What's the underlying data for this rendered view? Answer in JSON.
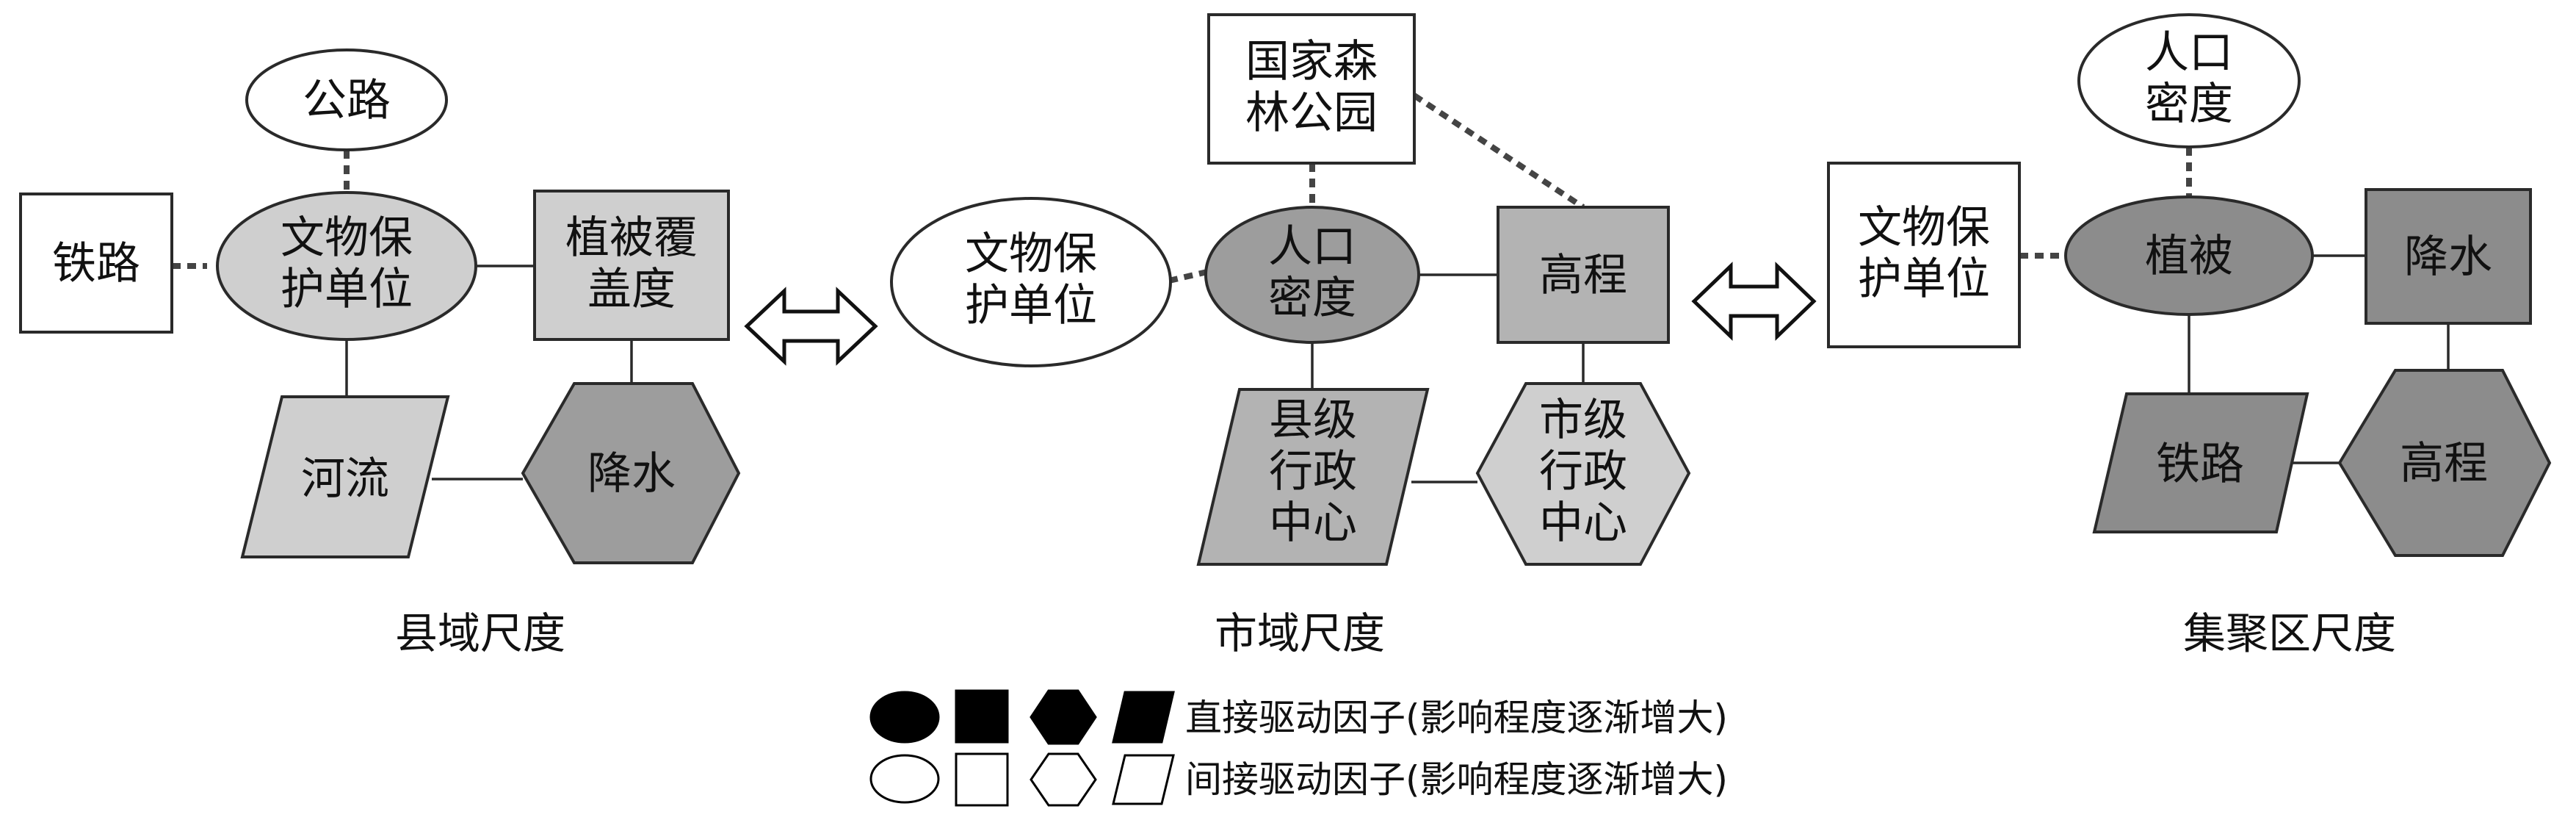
{
  "colors": {
    "white": "#ffffff",
    "light_gray": "#cfcfcf",
    "medium_gray": "#b3b3b3",
    "dark_gray": "#8c8c8c",
    "black": "#000000"
  },
  "panels": {
    "county": {
      "caption": "县域尺度",
      "nodes": {
        "gonglu": [
          "公路"
        ],
        "tielu": [
          "铁路"
        ],
        "wenwu": [
          "文物保",
          "护单位"
        ],
        "zhibei": [
          "植被覆",
          "盖度"
        ],
        "heliu": [
          "河流"
        ],
        "jiangshui": [
          "降水"
        ]
      }
    },
    "city": {
      "caption": "市域尺度",
      "nodes": {
        "forest": [
          "国家森",
          "林公园"
        ],
        "wenwu": [
          "文物保",
          "护单位"
        ],
        "renkou": [
          "人口",
          "密度"
        ],
        "gaocheng": [
          "高程"
        ],
        "xianji": [
          "县级",
          "行政",
          "中心"
        ],
        "shiji": [
          "市级",
          "行政",
          "中心"
        ]
      }
    },
    "cluster": {
      "caption": "集聚区尺度",
      "nodes": {
        "renkou": [
          "人口",
          "密度"
        ],
        "wenwu": [
          "文物保",
          "护单位"
        ],
        "zhibei": [
          "植被"
        ],
        "jiangshui": [
          "降水"
        ],
        "tielu": [
          "铁路"
        ],
        "gaocheng": [
          "高程"
        ]
      }
    }
  },
  "legend": {
    "direct": "直接驱动因子(影响程度逐渐增大)",
    "indirect": "间接驱动因子(影响程度逐渐增大)"
  }
}
